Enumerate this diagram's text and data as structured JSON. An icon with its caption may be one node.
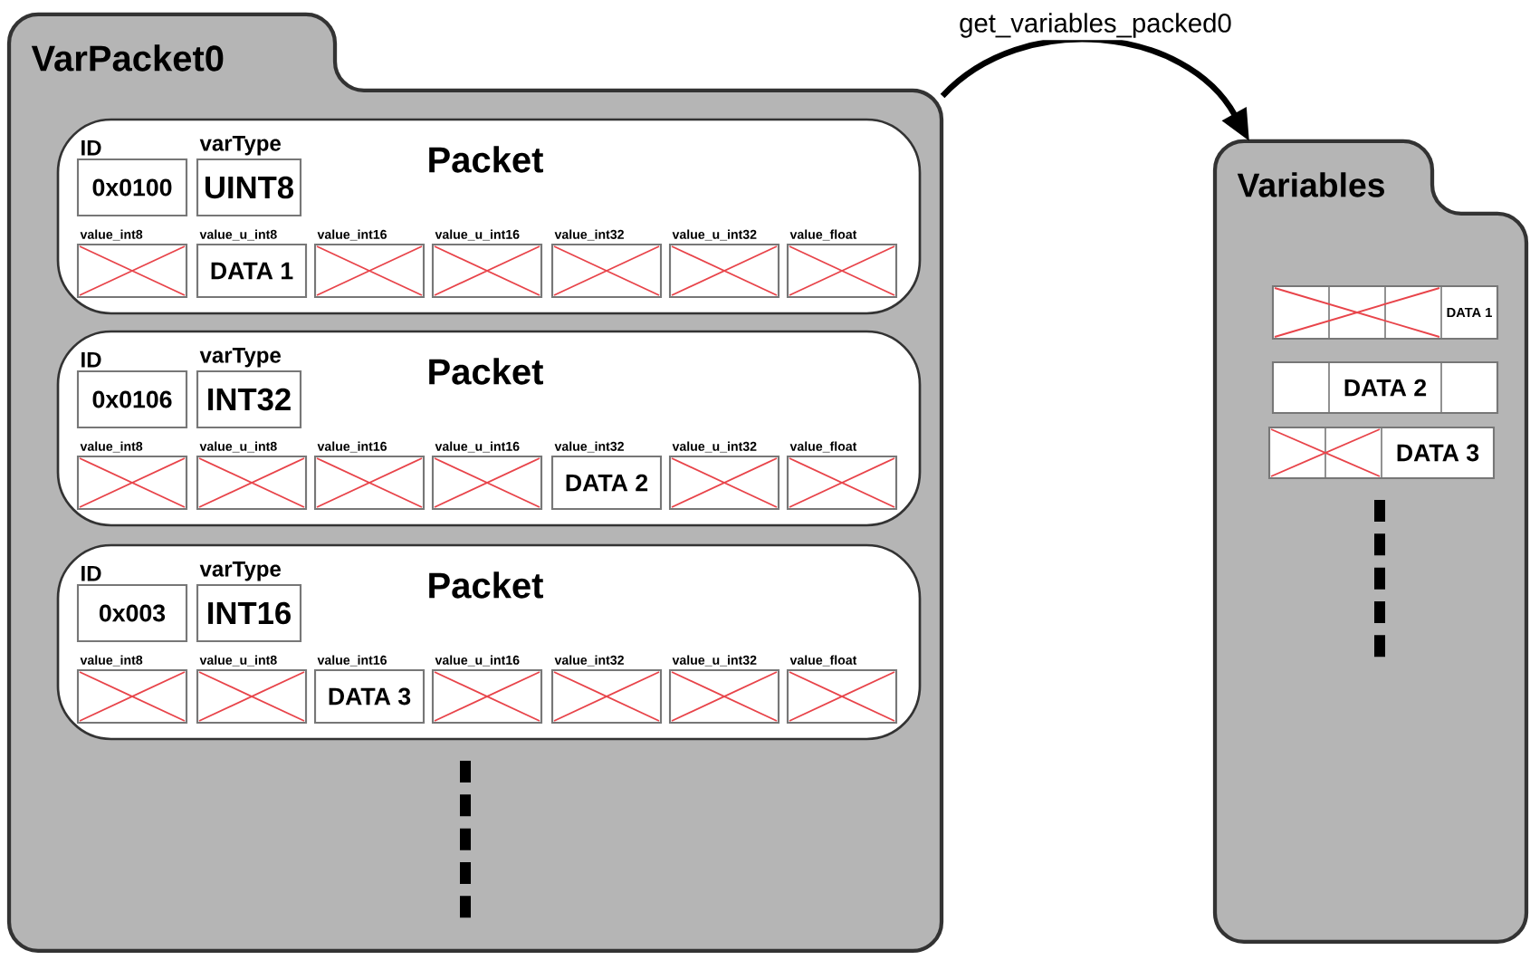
{
  "diagram": {
    "nodes": [
      {
        "text": [
          "VarPacket0"
        ]
      },
      {
        "text": [
          "Packet"
        ],
        "in": 0
      },
      {
        "text": [
          "ID",
          "0x0100"
        ],
        "in": 1
      },
      {
        "text": [
          "varType",
          "UINT8"
        ],
        "in": 1
      },
      {
        "text": [
          "value_int8"
        ],
        "in": 1
      },
      {
        "text": [
          "value_u_int8",
          "DATA 1"
        ],
        "in": 1
      },
      {
        "text": [
          "value_int16"
        ],
        "in": 1
      },
      {
        "text": [
          "value_u_int16"
        ],
        "in": 1
      },
      {
        "text": [
          "value_int32"
        ],
        "in": 1
      },
      {
        "text": [
          "value_u_int32"
        ],
        "in": 1
      },
      {
        "text": [
          "value_float"
        ],
        "in": 1
      },
      {
        "text": [
          "Packet"
        ],
        "in": 0
      },
      {
        "text": [
          "ID",
          "0x0106"
        ],
        "in": 11
      },
      {
        "text": [
          "varType",
          "INT32"
        ],
        "in": 11
      },
      {
        "text": [
          "value_int8"
        ],
        "in": 11
      },
      {
        "text": [
          "value_u_int8"
        ],
        "in": 11
      },
      {
        "text": [
          "value_int16"
        ],
        "in": 11
      },
      {
        "text": [
          "value_u_int16"
        ],
        "in": 11
      },
      {
        "text": [
          "value_int32",
          "DATA 2"
        ],
        "in": 11
      },
      {
        "text": [
          "value_u_int32"
        ],
        "in": 11
      },
      {
        "text": [
          "value_float"
        ],
        "in": 11
      },
      {
        "text": [
          "Packet"
        ],
        "in": 0
      },
      {
        "text": [
          "ID",
          "0x003"
        ],
        "in": 21
      },
      {
        "text": [
          "varType",
          "INT16"
        ],
        "in": 21
      },
      {
        "text": [
          "value_int8"
        ],
        "in": 21
      },
      {
        "text": [
          "value_u_int8"
        ],
        "in": 21
      },
      {
        "text": [
          "value_int16",
          "DATA 3"
        ],
        "in": 21
      },
      {
        "text": [
          "value_u_int16"
        ],
        "in": 21
      },
      {
        "text": [
          "value_int32"
        ],
        "in": 21
      },
      {
        "text": [
          "value_u_int32"
        ],
        "in": 21
      },
      {
        "text": [
          "value_float"
        ],
        "in": 21
      },
      {
        "text": [
          "Variables"
        ]
      },
      {
        "text": [
          "DATA 1"
        ],
        "in": 31
      },
      {
        "text": [
          "DATA 2"
        ],
        "in": 31
      },
      {
        "text": [
          "DATA 3"
        ],
        "in": 31
      }
    ],
    "edges": [
      {
        "from": 0,
        "to": 31,
        "arrow": "to",
        "label": "get_variables_packed0"
      }
    ]
  }
}
